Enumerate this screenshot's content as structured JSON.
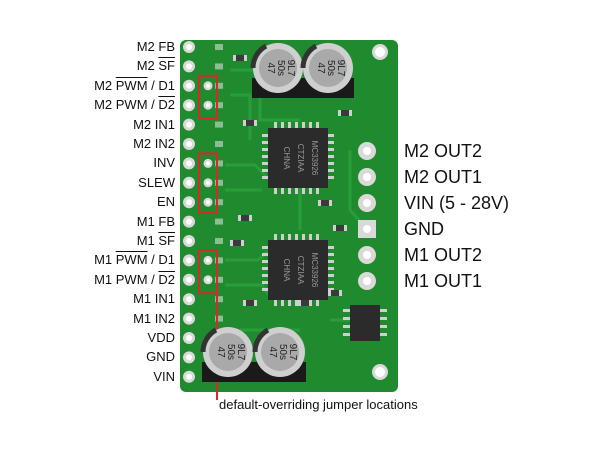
{
  "left_pins": [
    {
      "parts": [
        {
          "t": "M2 FB",
          "o": false
        }
      ]
    },
    {
      "parts": [
        {
          "t": "M2 ",
          "o": false
        },
        {
          "t": "SF",
          "o": true
        }
      ]
    },
    {
      "parts": [
        {
          "t": "M2 ",
          "o": false
        },
        {
          "t": "PWM",
          "o": true
        },
        {
          "t": " / D1",
          "o": false
        }
      ]
    },
    {
      "parts": [
        {
          "t": "M2 PWM / ",
          "o": false
        },
        {
          "t": "D2",
          "o": true
        }
      ]
    },
    {
      "parts": [
        {
          "t": "M2 IN1",
          "o": false
        }
      ]
    },
    {
      "parts": [
        {
          "t": "M2 IN2",
          "o": false
        }
      ]
    },
    {
      "parts": [
        {
          "t": "INV",
          "o": false
        }
      ]
    },
    {
      "parts": [
        {
          "t": "SLEW",
          "o": false
        }
      ]
    },
    {
      "parts": [
        {
          "t": "EN",
          "o": false
        }
      ]
    },
    {
      "parts": [
        {
          "t": "M1 FB",
          "o": false
        }
      ]
    },
    {
      "parts": [
        {
          "t": "M1 ",
          "o": false
        },
        {
          "t": "SF",
          "o": true
        }
      ]
    },
    {
      "parts": [
        {
          "t": "M1 ",
          "o": false
        },
        {
          "t": "PWM",
          "o": true
        },
        {
          "t": " / D1",
          "o": false
        }
      ]
    },
    {
      "parts": [
        {
          "t": "M1 PWM / ",
          "o": false
        },
        {
          "t": "D2",
          "o": true
        }
      ]
    },
    {
      "parts": [
        {
          "t": "M1 IN1",
          "o": false
        }
      ]
    },
    {
      "parts": [
        {
          "t": "M1 IN2",
          "o": false
        }
      ]
    },
    {
      "parts": [
        {
          "t": "VDD",
          "o": false
        }
      ]
    },
    {
      "parts": [
        {
          "t": "GND",
          "o": false
        }
      ]
    },
    {
      "parts": [
        {
          "t": "VIN",
          "o": false
        }
      ]
    }
  ],
  "right_pins": [
    "M2 OUT2",
    "M2 OUT1",
    "VIN (5 - 28V)",
    "GND",
    "M1 OUT2",
    "M1 OUT1"
  ],
  "caption": "default-overriding jumper locations",
  "chips": [
    {
      "lines": [
        "MC33926",
        "CTZIAA",
        "CHNA"
      ]
    },
    {
      "lines": [
        "MC33926",
        "CTZIAA",
        "CHNA"
      ]
    }
  ],
  "capacitors": [
    {
      "lines": [
        "47",
        "50s",
        "9L7"
      ]
    },
    {
      "lines": [
        "47",
        "50s",
        "9L7"
      ]
    },
    {
      "lines": [
        "47",
        "50s",
        "9L7"
      ]
    },
    {
      "lines": [
        "47",
        "50s",
        "9L7"
      ]
    }
  ],
  "colors": {
    "board": "#1f8a2e",
    "board_dark": "#137021",
    "trace": "#2aa23c",
    "pad": "#d9d9d9",
    "jumper_outline": "#d8282a",
    "chip": "#2b2b2b",
    "cap_body": "#cfcfcf",
    "cap_top": "#a9a9a9"
  }
}
